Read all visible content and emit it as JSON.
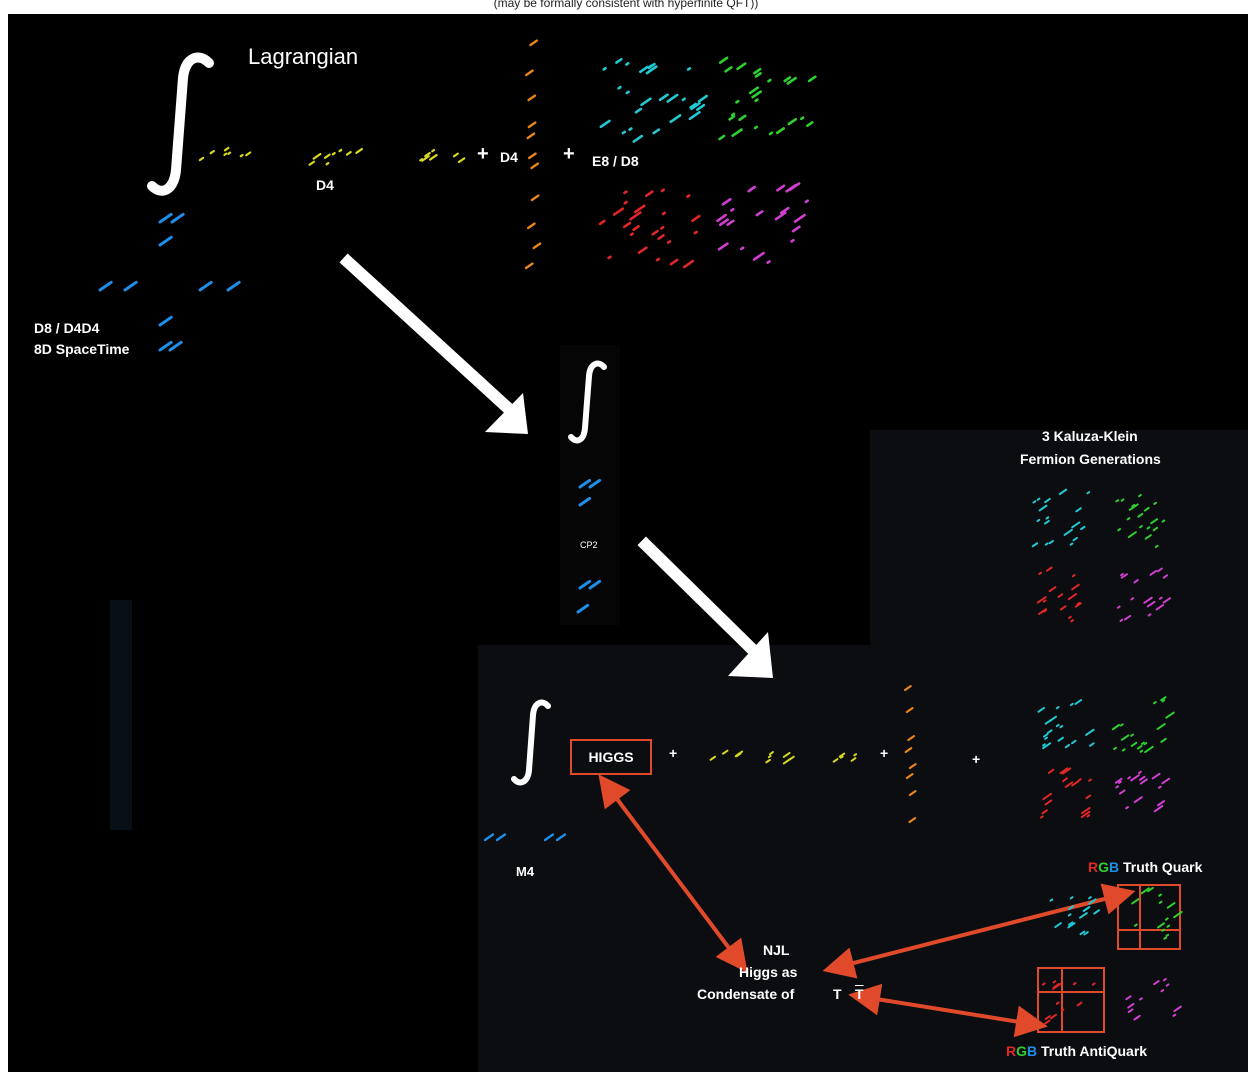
{
  "caption_clipped": "(may be formally consistent with hyperfinite QFT))",
  "labels": {
    "lagrangian": "Lagrangian",
    "plus": "+",
    "d4_top": "D4",
    "d4_mid": "D4",
    "e8_d8": "E8 / D8",
    "d8_line1": "D8 / D4D4",
    "d8_line2": "8D SpaceTime",
    "cp2": "CP2",
    "kk_line1": "3 Kaluza-Klein",
    "kk_line2": "Fermion Generations",
    "higgs": "HIGGS",
    "m4": "M4",
    "njl_line1": "NJL",
    "njl_line2": "Higgs as",
    "njl_line3": "Condensate of",
    "t": "T",
    "t_bar": "T",
    "truth_quark_r": "R",
    "truth_quark_g": "G",
    "truth_quark_b": "B",
    "truth_quark": "Truth Quark",
    "truth_antiquark_r": "R",
    "truth_antiquark_g": "G",
    "truth_antiquark_b": "B",
    "truth_antiquark": "Truth AntiQuark"
  },
  "colors": {
    "background": "#000000",
    "yellow": "#d8d81e",
    "orange": "#e8861c",
    "blue": "#1e8ee8",
    "cyan": "#22c8d2",
    "green": "#2ed02e",
    "red": "#e02626",
    "magenta": "#d23ed2",
    "arrow_red": "#e04a2a",
    "white": "#ffffff"
  }
}
